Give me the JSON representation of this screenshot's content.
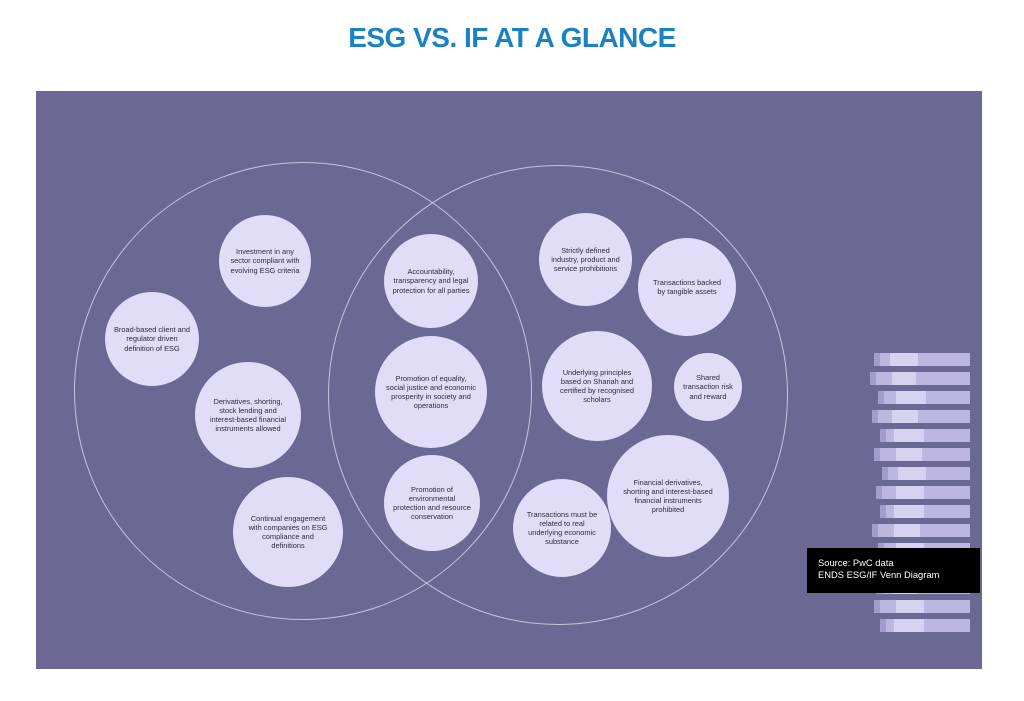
{
  "title": "ESG VS. IF AT A GLANCE",
  "colors": {
    "title": "#1a82c4",
    "background": "#6b6893",
    "bubble_fill": "#e1dcf7",
    "bubble_text": "#2e2a44",
    "ring_stroke": "#e4e1f5",
    "source_box": "#000000"
  },
  "esg": {
    "items": [
      "Investment in any sector compliant with evolving ESG criteria",
      "Broad-based client and regulator driven definition of ESG",
      "Derivatives, shorting, stock lending and interest-based financial instruments allowed",
      "Continual engagement with companies on ESG compliance and definitions"
    ]
  },
  "shared": {
    "items": [
      "Accountability, transparency and legal protection for all parties",
      "Promotion of equality, social justice and economic prosperity in society and operations",
      "Promotion of environmental protection and resource conservation"
    ]
  },
  "if": {
    "items": [
      "Strictly defined industry, product and service prohibitions",
      "Transactions backed by tangible assets",
      "Underlying principles based on Shariah and certified by recognised scholars",
      "Shared transaction risk and reward",
      "Financial derivatives, shorting and interest-based financial instruments prohibited",
      "Transactions must be related to real underlying economic substance"
    ]
  },
  "source": {
    "line1": "Source: PwC data",
    "line2": "ENDS ESG/IF Venn Diagram"
  },
  "decoration": "stacked-coins-graphic"
}
